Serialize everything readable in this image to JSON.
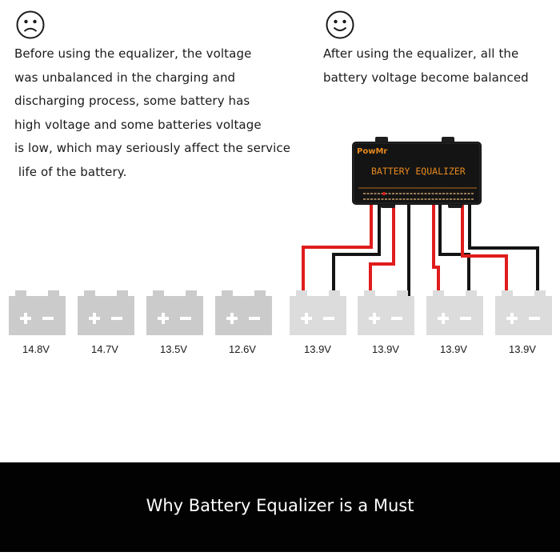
{
  "before": {
    "icon": "sad-face-icon",
    "lines": [
      "Before using the equalizer, the voltage",
      "was unbalanced in the charging and",
      "discharging process, some battery has",
      "high voltage and some batteries voltage",
      "is low, which may seriously affect the service",
      " life of the battery."
    ]
  },
  "after": {
    "icon": "happy-face-icon",
    "lines": [
      "After using the equalizer, all the",
      "battery voltage become balanced"
    ]
  },
  "equalizer": {
    "brand": "PowMr",
    "title": "BATTERY EQUALIZER"
  },
  "batteries": {
    "before": [
      "14.8V",
      "14.7V",
      "13.5V",
      "12.6V"
    ],
    "after": [
      "13.9V",
      "13.9V",
      "13.9V",
      "13.9V"
    ]
  },
  "colors": {
    "battery_before": "#cbcbcb",
    "battery_after": "#dcdcdc",
    "wire_positive": "#e01c1c",
    "wire_negative": "#141414",
    "device_body": "#141414",
    "device_accent": "#e8891f",
    "banner": "#020202"
  },
  "banner": {
    "text": "Why Battery Equalizer is a Must"
  }
}
